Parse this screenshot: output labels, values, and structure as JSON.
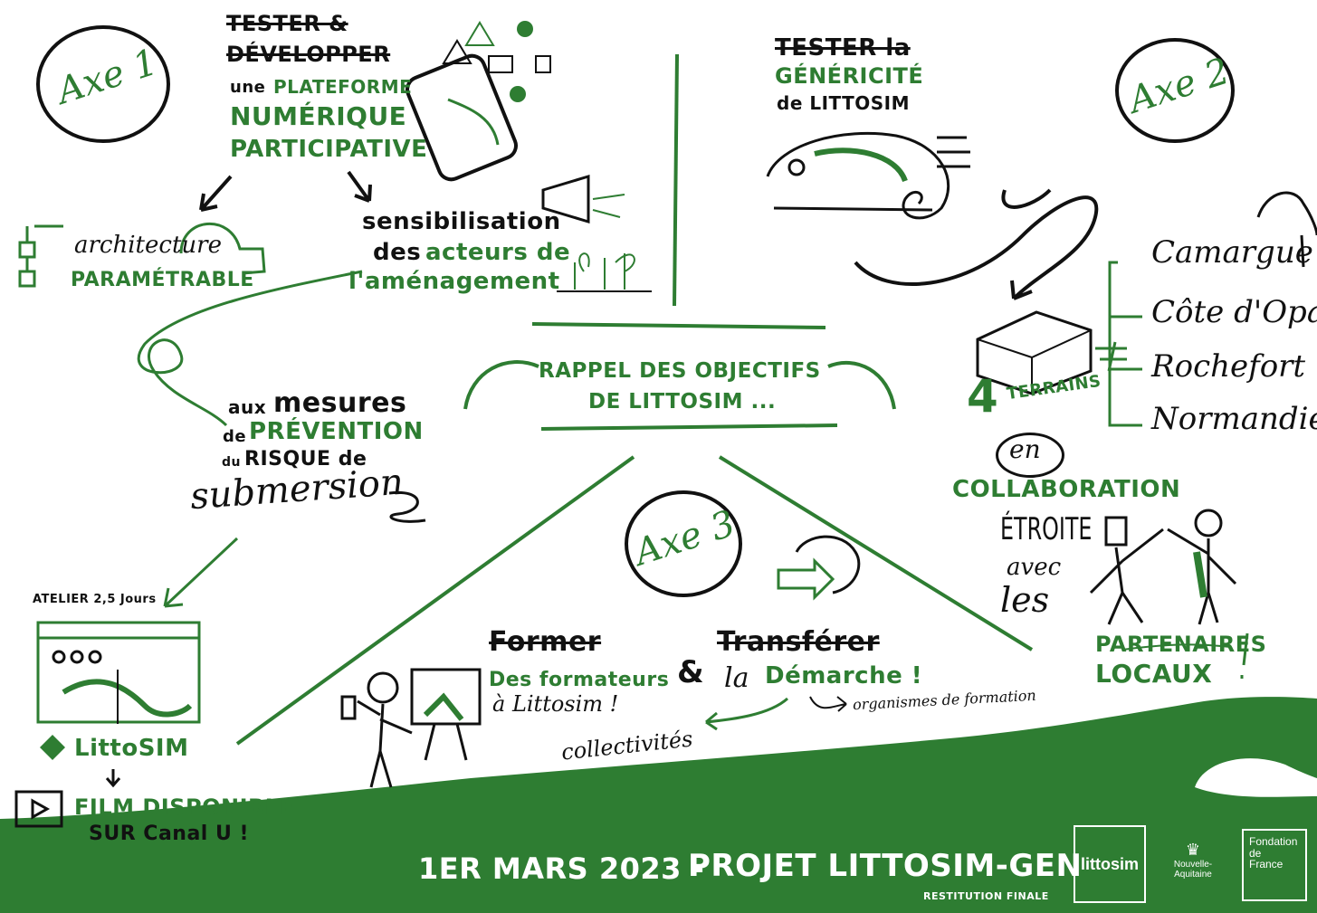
{
  "axis1": {
    "badge": "Axe 1",
    "heading_line1": "TESTER &",
    "heading_line2": "DÉVELOPPER",
    "sub1": "une",
    "sub1_green": "PLATEFORME",
    "sub2": "NUMÉRIQUE",
    "sub3": "PARTICIPATIVE",
    "branch_left_1": "architecture",
    "branch_left_2": "PARAMÉTRABLE",
    "branch_right_1": "sensibilisation",
    "branch_right_2a": "des",
    "branch_right_2b": "acteurs de",
    "branch_right_3": "l'aménagement",
    "measures_1a": "aux",
    "measures_1b": "mesures",
    "measures_2a": "de",
    "measures_2b": "PRÉVENTION",
    "measures_3a": "du",
    "measures_3b": "RISQUE de",
    "measures_4": "submersion",
    "workshop": "ATELIER 2,5 Jours",
    "app_name": "LittoSIM",
    "film_1": "FILM DISPONIBLE",
    "film_2": "SUR Canal U !"
  },
  "axis2": {
    "badge": "Axe 2",
    "heading_1": "TESTER la",
    "heading_2": "GÉNÉRICITÉ",
    "heading_3": "de LITTOSIM",
    "terrains_num": "4",
    "terrains_label": "TERRAINS",
    "sites": [
      "Camargue",
      "Côte d'Opale",
      "Rochefort",
      "Normandie"
    ],
    "collab_en": "en",
    "collab_1": "COLLABORATION",
    "collab_2": "ÉTROITE",
    "collab_3": "avec",
    "collab_4": "les",
    "partners_1": "PARTENAIRES",
    "partners_2": "LOCAUX"
  },
  "center": {
    "line1": "RAPPEL DES OBJECTIFS",
    "line2": "DE LITTOSIM ..."
  },
  "axis3": {
    "badge": "Axe 3",
    "former": "Former",
    "former_sub1": "Des formateurs",
    "former_sub2": "à Littosim !",
    "amp": "&",
    "transferer": "Transférer",
    "transferer_sub_a": "la",
    "transferer_sub_b": "Démarche !",
    "organisms": "organismes de formation",
    "collectivites": "collectivités"
  },
  "footer": {
    "date": "1ER MARS 2023 -",
    "project": "PROJET LITTOSIM-GEN",
    "subtitle": "RESTITUTION FINALE",
    "logo_littosim": "littosim",
    "logo_region_1": "Nouvelle-",
    "logo_region_2": "Aquitaine",
    "logo_fondation_1": "Fondation",
    "logo_fondation_2": "de",
    "logo_fondation_3": "France"
  },
  "colors": {
    "green": "#2e7d32",
    "ink": "#111111",
    "background": "#ffffff"
  }
}
